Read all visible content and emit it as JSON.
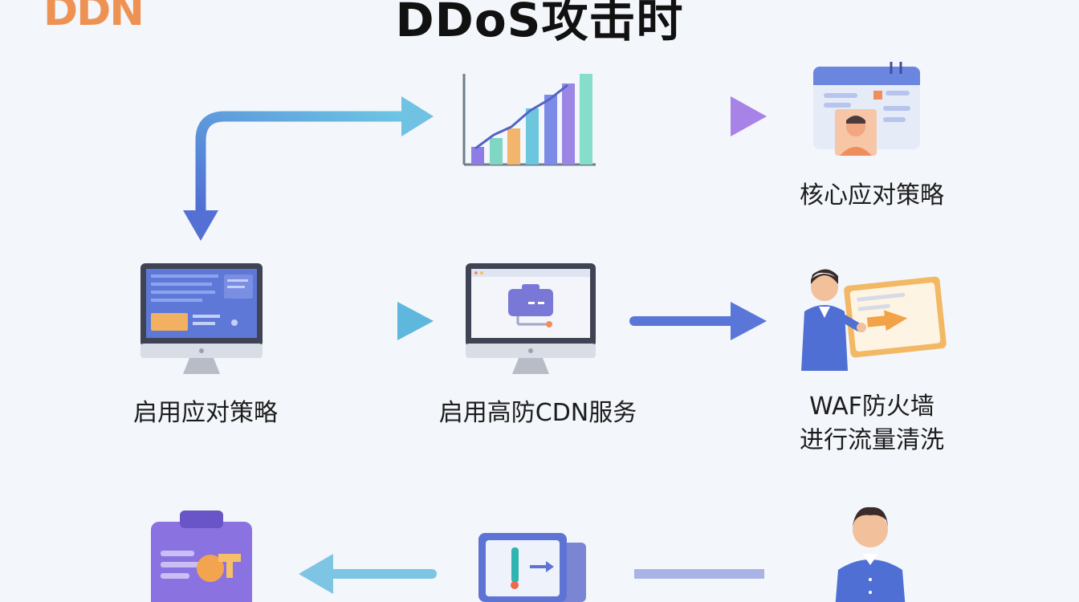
{
  "header": {
    "logo": "DDN",
    "title": "DDoS攻击时"
  },
  "nodes": {
    "core_strategy": "核心应对策略",
    "enable_strategy": "启用应对策略",
    "enable_cdn": "启用高防CDN服务",
    "waf_line1": "WAF防火墙",
    "waf_line2": "进行流量清洗"
  },
  "icons": {
    "chart": "bar-chart-icon",
    "dashboard": "user-dashboard-icon",
    "monitor_strategy": "monitor-icon",
    "monitor_cdn": "monitor-cdn-icon",
    "waf_person": "presenter-icon",
    "clipboard": "clipboard-icon",
    "device": "device-icon",
    "person": "person-icon"
  },
  "colors": {
    "logo": "#ee9254",
    "arrow_blue": "#5b73d6",
    "arrow_cyan": "#6ec3df",
    "arrow_purple": "#a98ae6"
  }
}
